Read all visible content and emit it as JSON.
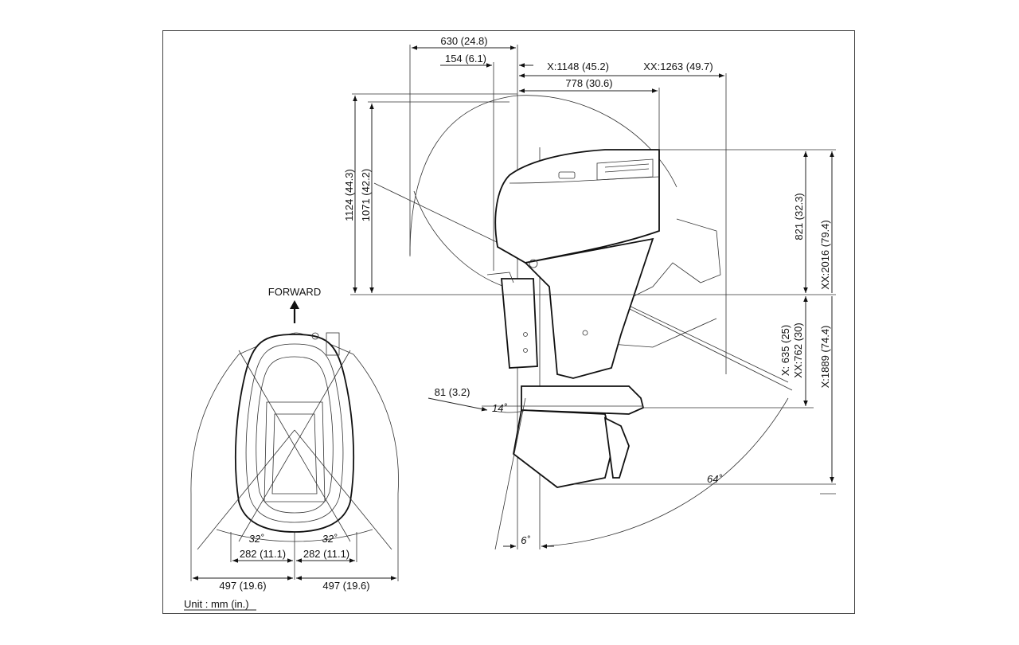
{
  "labels": {
    "d630": "630 (24.8)",
    "d154": "154 (6.1)",
    "x1148": "X:1148 (45.2)",
    "xx1263": "XX:1263 (49.7)",
    "d778": "778 (30.6)",
    "d1124": "1124 (44.3)",
    "d1071": "1071 (42.2)",
    "d821": "821 (32.3)",
    "xx2016": "XX:2016 (79.4)",
    "x635": "X: 635 (25)",
    "xx762": "XX:762 (30)",
    "x1889": "X:1889 (74.4)",
    "d81": "81 (3.2)",
    "a14": "14˚",
    "a64": "64˚",
    "a6": "6˚",
    "forward": "FORWARD",
    "a32l": "32˚",
    "a32r": "32˚",
    "d282l": "282 (11.1)",
    "d282r": "282 (11.1)",
    "d497l": "497 (19.6)",
    "d497r": "497 (19.6)",
    "unit": "Unit : mm (in.)"
  }
}
